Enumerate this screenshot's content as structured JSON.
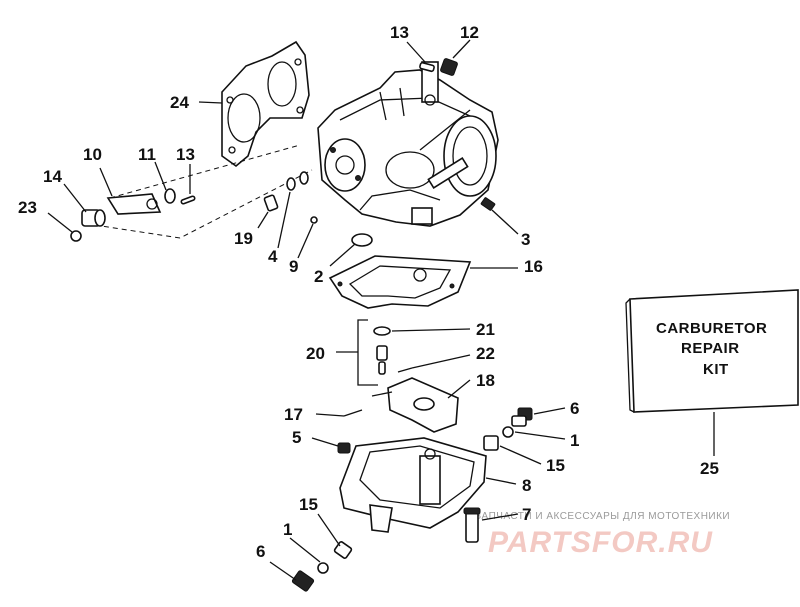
{
  "callouts": {
    "c1a": "1",
    "c1b": "1",
    "c2": "2",
    "c3": "3",
    "c4": "4",
    "c5": "5",
    "c6a": "6",
    "c6b": "6",
    "c7": "7",
    "c8": "8",
    "c9": "9",
    "c10": "10",
    "c11": "11",
    "c12": "12",
    "c13a": "13",
    "c13b": "13",
    "c14": "14",
    "c15a": "15",
    "c15b": "15",
    "c16": "16",
    "c17": "17",
    "c18": "18",
    "c19": "19",
    "c20": "20",
    "c21": "21",
    "c22": "22",
    "c23": "23",
    "c24": "24",
    "c25": "25"
  },
  "kit_box": {
    "line1": "CARBURETOR",
    "line2": "REPAIR",
    "line3": "KIT"
  },
  "watermark": {
    "tagline": "ЗАПЧАСТИ И АКСЕССУАРЫ ДЛЯ МОТОТЕХНИКИ",
    "logo": "PARTSFOR.RU"
  }
}
